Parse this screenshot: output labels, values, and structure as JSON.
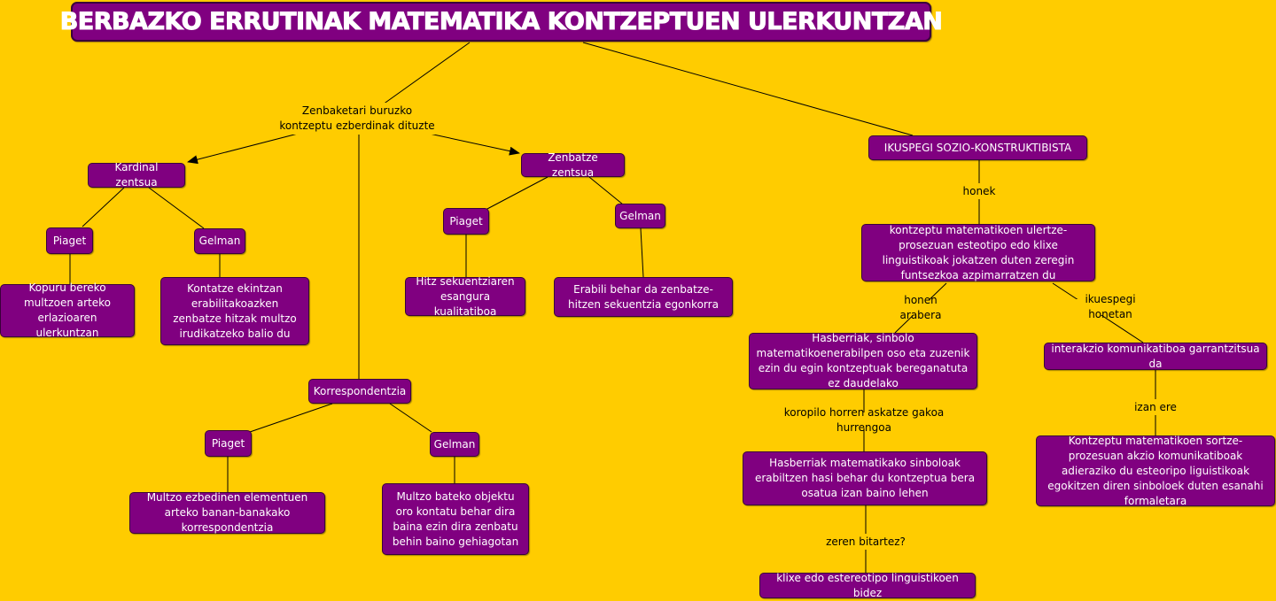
{
  "title": "BERBAZKO ERRUTINAK MATEMATIKA KONTZEPTUEN ULERKUNTZAN",
  "colors": {
    "background": "#ffcc00",
    "node": "#800080",
    "node_text": "#ffffff",
    "line": "#000000"
  },
  "links_text": {
    "zenbaketari": "Zenbaketari buruzko kontzeptu ezberdinak dituzte",
    "honek": "honek",
    "honen_arabera": "honen arabera",
    "ikuespegi_honetan": "ikuespegi honetan",
    "koropilo": "koropilo horren askatze gakoa hurrengoa",
    "izan_ere": "izan ere",
    "zeren": "zeren bitartez?"
  },
  "nodes": {
    "kardinal": "Kardinal zentsua",
    "kardinal_piaget": "Piaget",
    "kardinal_gelman": "Gelman",
    "kardinal_piaget_desc": "Kopuru bereko multzoen arteko erlazioaren ulerkuntzan",
    "kardinal_gelman_desc": "Kontatze ekintzan erabilitakoazken zenbatze hitzak multzo irudikatzeko balio du",
    "zenbatze": "Zenbatze zentsua",
    "zenbatze_piaget": "Piaget",
    "zenbatze_gelman": "Gelman",
    "zenbatze_piaget_desc": "Hitz sekuentziaren esangura kualitatiboa",
    "zenbatze_gelman_desc": "Erabili behar da zenbatze-hitzen sekuentzia egonkorra",
    "korrespondentzia": "Korrespondentzia",
    "korr_piaget": "Piaget",
    "korr_gelman": "Gelman",
    "korr_piaget_desc": "Multzo ezbedinen elementuen arteko banan-banakako korrespondentzia",
    "korr_gelman_desc": "Multzo bateko objektu oro kontatu behar dira baina ezin dira zenbatu behin baino gehiagotan",
    "ikuspegi": "IKUSPEGI SOZIO-KONSTRUKTIBISTA",
    "kontzeptu_azpimarratu": "kontzeptu matematikoen ulertze-prosezuan esteotipo edo klixe linguistikoak jokatzen duten zeregin funtsezkoa azpimarratzen du",
    "hasberriak_sinbolo": "Hasberriak, sinbolo matematikoenerabilpen oso eta zuzenik ezin du egin kontzeptuak bereganatuta ez daudelako",
    "hasberriak_sinboloak": "Hasberriak matematikako sinboloak erabiltzen hasi behar du kontzeptua bera osatua izan baino lehen",
    "klixe": "klixe edo estereotipo linguistikoen bidez",
    "interakzio": "interakzio komunikatiboa garrantzitsua da",
    "kontzeptu_sortze": "Kontzeptu matematikoen sortze-prozesuan akzio komunikatiboak adieraziko du esteoripo liguistikoak egokitzen diren sinboloek duten esanahi formaletara"
  }
}
